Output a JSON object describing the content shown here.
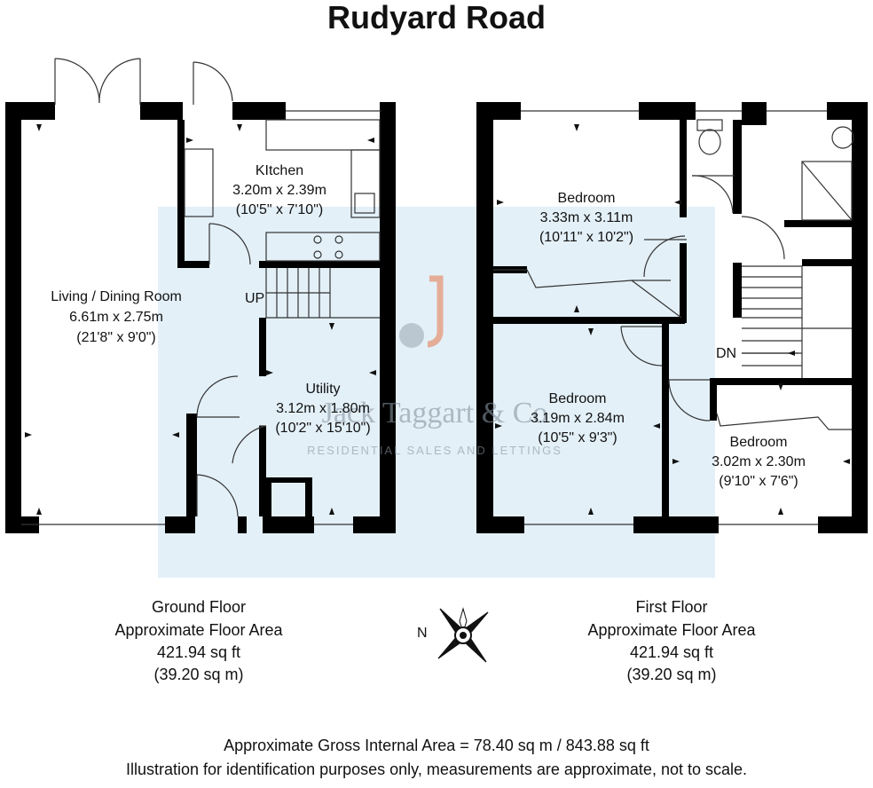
{
  "title": "Rudyard Road",
  "ground_floor": {
    "rooms": [
      {
        "name": "Living / Dining Room",
        "metric": "6.61m x 2.75m",
        "imperial": "(21'8\" x 9'0\")"
      },
      {
        "name": "KItchen",
        "metric": "3.20m x 2.39m",
        "imperial": "(10'5\" x 7'10\")"
      },
      {
        "name": "Utility",
        "metric": "3.12m x 1.80m",
        "imperial": "(10'2\" x 15'10\")"
      }
    ],
    "stairs_label": "UP",
    "caption": {
      "name": "Ground Floor",
      "area_label": "Approximate Floor Area",
      "sq_ft": "421.94 sq ft",
      "sq_m": "(39.20 sq m)"
    }
  },
  "first_floor": {
    "rooms": [
      {
        "name": "Bedroom",
        "metric": "3.33m x 3.11m",
        "imperial": "(10'11\" x 10'2\")"
      },
      {
        "name": "Bedroom",
        "metric": "3.19m x 2.84m",
        "imperial": "(10'5\" x 9'3\")"
      },
      {
        "name": "Bedroom",
        "metric": "3.02m x 2.30m",
        "imperial": "(9'10\" x 7'6\")"
      }
    ],
    "stairs_label": "DN",
    "caption": {
      "name": "First Floor",
      "area_label": "Approximate Floor Area",
      "sq_ft": "421.94 sq ft",
      "sq_m": "(39.20 sq m)"
    }
  },
  "compass": {
    "north_label": "N"
  },
  "watermark": {
    "brand": "Jack Taggart & Co",
    "tagline": "RESIDENTIAL SALES AND LETTINGS"
  },
  "footer": {
    "gross_area": "Approximate Gross Internal Area = 78.40 sq m / 843.88 sq ft",
    "disclaimer": "Illustration for identification purposes only, measurements are approximate, not to scale."
  },
  "colors": {
    "wall": "#000000",
    "line": "#333333",
    "watermark_bg": "#e3f0f8",
    "watermark_accent": "#e8774a"
  }
}
